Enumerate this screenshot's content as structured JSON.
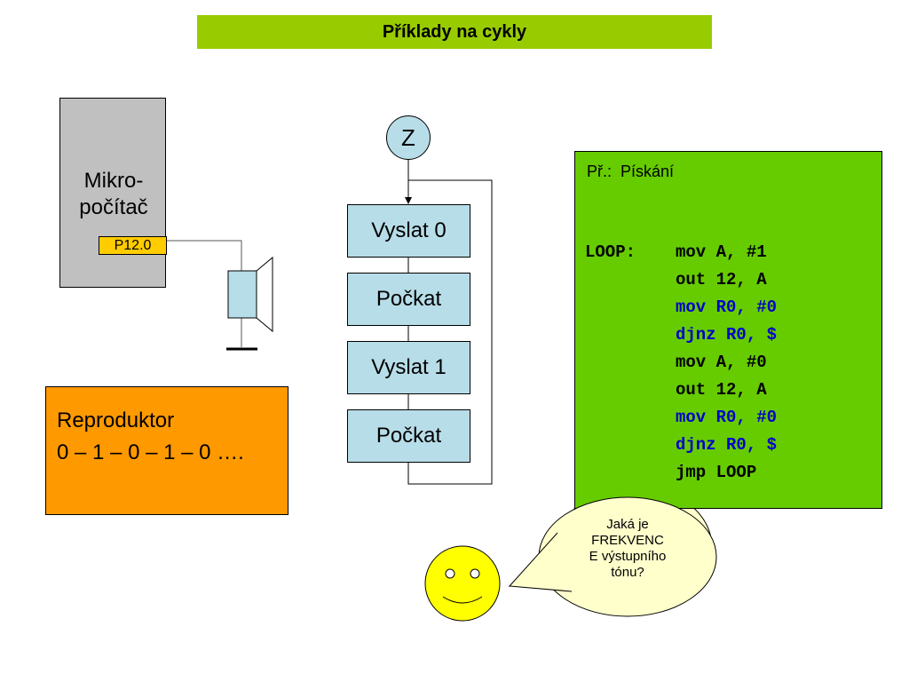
{
  "title": "Příklady na cykly",
  "microcomputer": {
    "label_line1": "Mikro-",
    "label_line2": "počítač",
    "pin": "P12.0"
  },
  "speaker_note": {
    "line1": "Reproduktor",
    "line2": "0 – 1 – 0 – 1 – 0 …."
  },
  "flowchart": {
    "start": "Z",
    "steps": [
      "Vyslat 0",
      "Počkat",
      "Vyslat 1",
      "Počkat"
    ]
  },
  "code": {
    "title": "Př.:  Pískání",
    "label": "LOOP:",
    "lines": [
      {
        "text": "mov A, #1",
        "color": "#000000"
      },
      {
        "text": "out 12, A",
        "color": "#000000"
      },
      {
        "text": "mov R0, #0",
        "color": "#0000cc"
      },
      {
        "text": "djnz R0, $",
        "color": "#0000cc"
      },
      {
        "text": "mov A, #0",
        "color": "#000000"
      },
      {
        "text": "out 12, A",
        "color": "#000000"
      },
      {
        "text": "mov R0, #0",
        "color": "#0000cc"
      },
      {
        "text": "djnz R0, $",
        "color": "#0000cc"
      },
      {
        "text": "jmp LOOP",
        "color": "#000000"
      }
    ]
  },
  "callout": {
    "line1": "Jaká je",
    "line2": "FREKVENC",
    "line3": "E výstupního",
    "line4": "tónu?"
  },
  "colors": {
    "title_bar": "#99cc00",
    "code_panel": "#66cc00",
    "flow_node": "#b7dde8",
    "microcomputer": "#c0c0c0",
    "pin_label": "#ffcc00",
    "note_box": "#ff9900",
    "callout": "#ffffcc",
    "smiley": "#ffff00"
  }
}
